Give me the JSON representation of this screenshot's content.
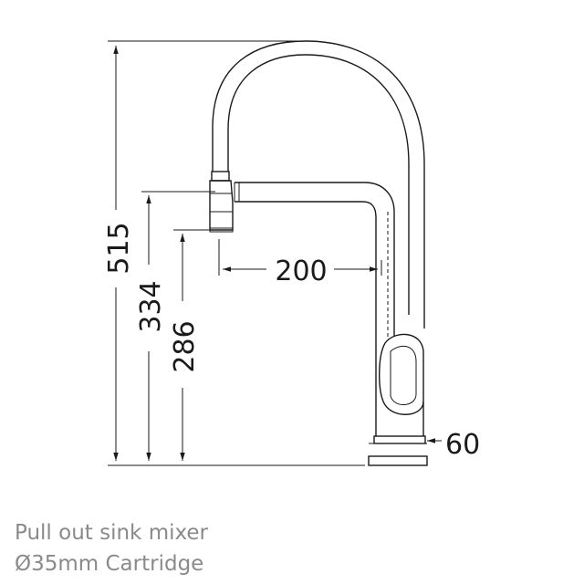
{
  "dimensions": {
    "height_total": "515",
    "height_spout": "334",
    "height_outlet": "286",
    "reach": "200",
    "base": "60"
  },
  "caption": {
    "line1": "Pull out sink mixer",
    "line2": "Ø35mm Cartridge"
  }
}
